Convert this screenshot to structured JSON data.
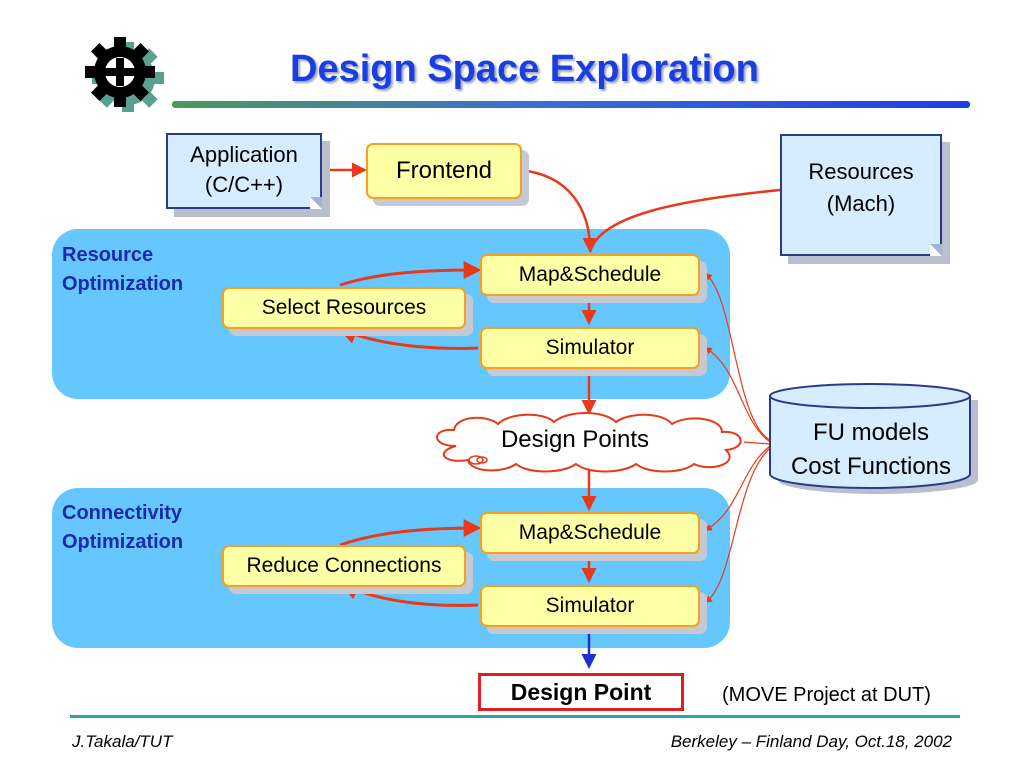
{
  "header": {
    "title": "Design Space Exploration",
    "logo_icon": "gear-logo-icon"
  },
  "inputs": {
    "application": "Application\n(C/C++)",
    "frontend": "Frontend",
    "resources": "Resources\n(Mach)"
  },
  "resource_opt": {
    "label": "Resource\nOptimization",
    "map_schedule": "Map&Schedule",
    "select_resources": "Select Resources",
    "simulator": "Simulator"
  },
  "design_points": "Design Points",
  "fu_models": "FU models\nCost Functions",
  "connectivity_opt": {
    "label": "Connectivity\nOptimization",
    "map_schedule": "Map&Schedule",
    "reduce_connections": "Reduce Connections",
    "simulator": "Simulator"
  },
  "design_point": "Design Point",
  "note": "(MOVE Project at DUT)",
  "footer": {
    "left": "J.Takala/TUT",
    "right": "Berkeley – Finland Day,  Oct.18, 2002"
  },
  "colors": {
    "title": "#1a3fe0",
    "panel": "#66c7ff",
    "box_fill": "#ffffa6",
    "box_border": "#f5a020",
    "arrow_red": "#e83a1a",
    "arrow_blue": "#2030d0"
  }
}
